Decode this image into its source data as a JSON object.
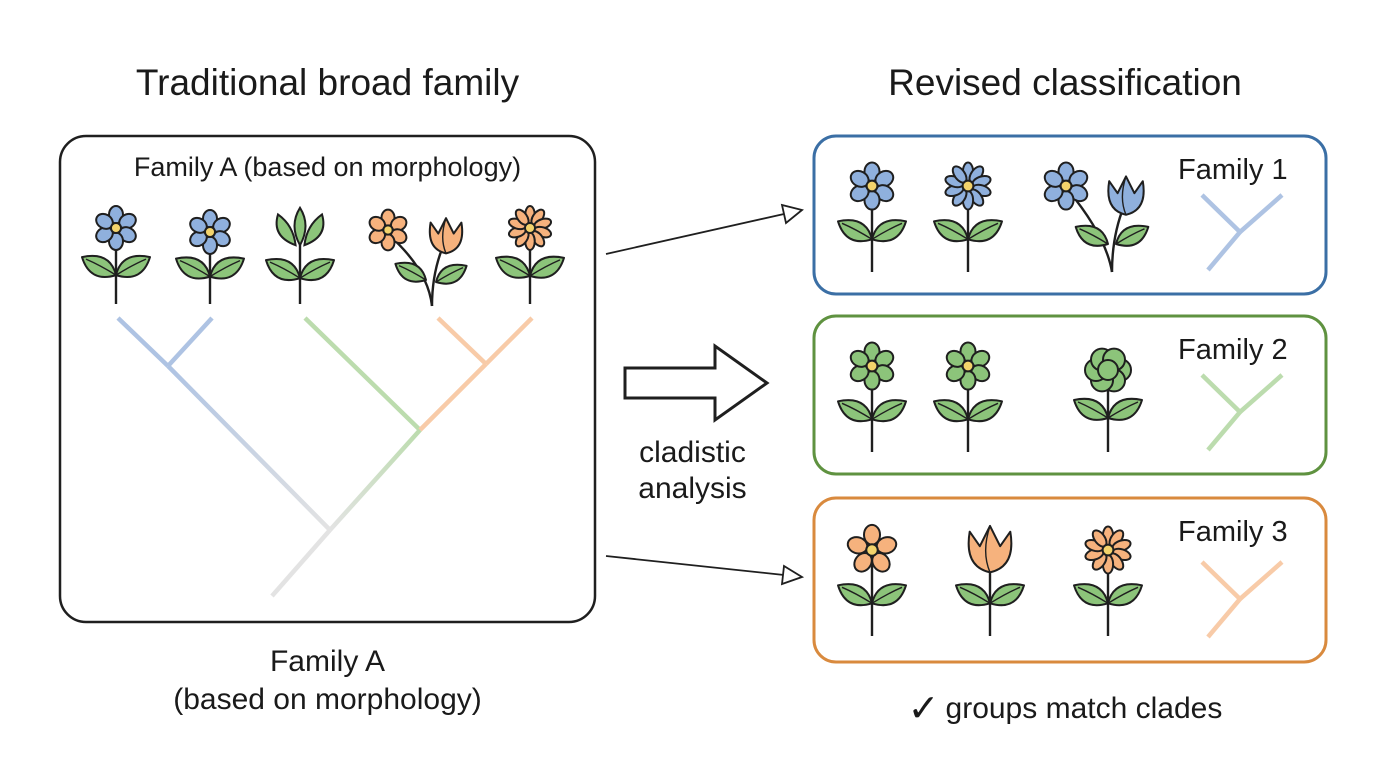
{
  "title_left": "Traditional broad family",
  "title_right": "Revised classification",
  "left_box": {
    "label": "Family A (based on morphology)",
    "caption_line1": "Family A",
    "caption_line2": "(based on morphology)"
  },
  "arrow_caption_line1": "cladistic",
  "arrow_caption_line2": "analysis",
  "families": [
    {
      "label": "Family 1",
      "color": "#3b6fa5",
      "petal_color": "#8fb0dd",
      "branch_color": "#aec3e3"
    },
    {
      "label": "Family 2",
      "color": "#5f9240",
      "petal_color": "#8cc47a",
      "branch_color": "#bcdcae"
    },
    {
      "label": "Family 3",
      "color": "#d98a3e",
      "petal_color": "#f6b27d",
      "branch_color": "#f8cba8"
    }
  ],
  "check_text": "groups match clades",
  "check_icon": "check-mark-icon",
  "colors": {
    "leaf": "#8cc47a",
    "center": "#f3d36b",
    "outline": "#1f1f1f"
  }
}
